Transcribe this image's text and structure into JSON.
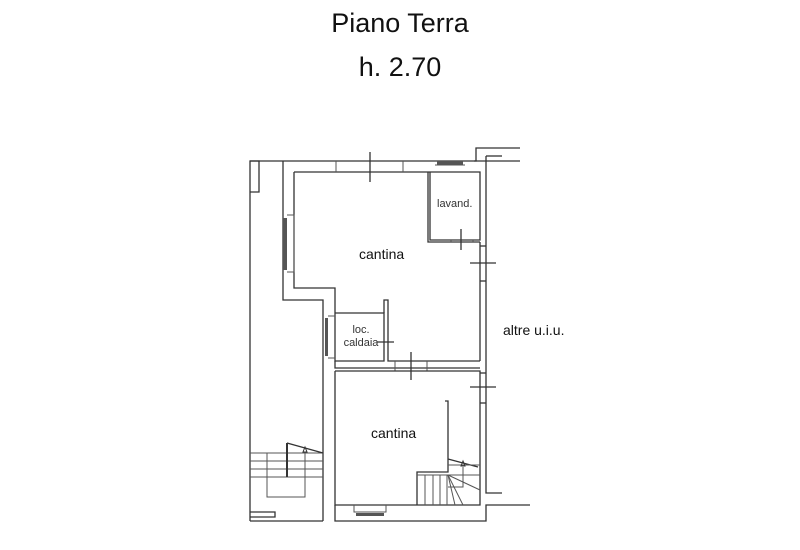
{
  "header": {
    "title": "Piano Terra",
    "height_label": "h. 2.70"
  },
  "rooms": [
    {
      "id": "cantina-upper",
      "label": "cantina"
    },
    {
      "id": "lavanderia",
      "label": "lavand."
    },
    {
      "id": "locale-caldaia",
      "label_line1": "loc.",
      "label_line2": "caldaia"
    },
    {
      "id": "cantina-lower",
      "label": "cantina"
    }
  ],
  "adjacent": {
    "label": "altre u.i.u."
  },
  "colors": {
    "wall": "#333333",
    "background": "#ffffff",
    "text": "#111111"
  }
}
